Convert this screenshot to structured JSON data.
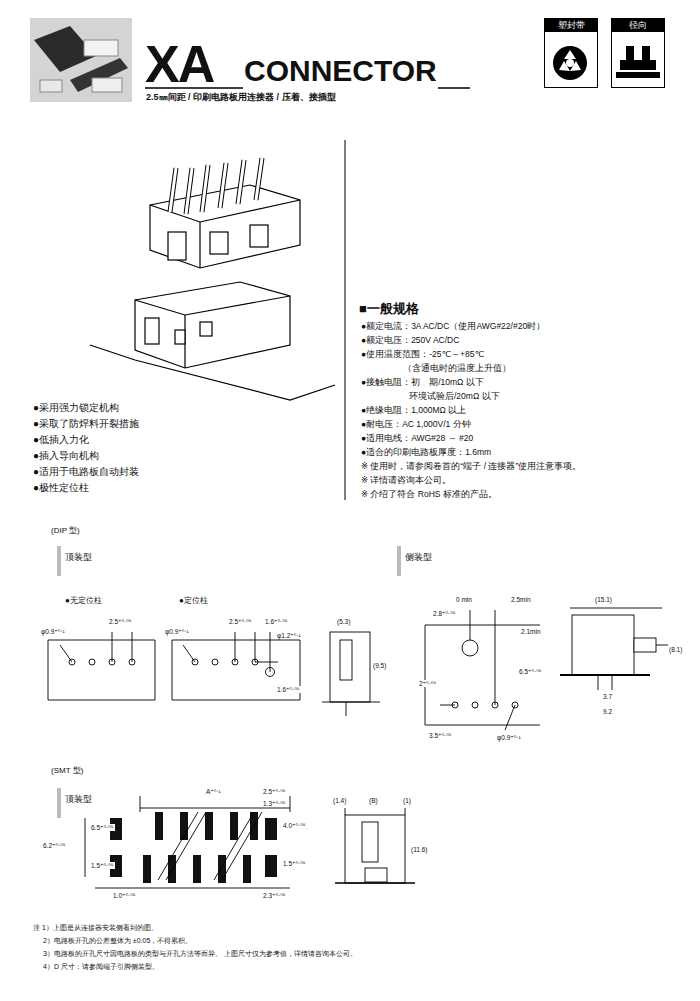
{
  "diagram": {
    "title": "XA",
    "nodes": [
      {
        "text": [
          "塑封带"
        ]
      },
      {
        "text": [
          "径向"
        ]
      }
    ],
    "labels": [
      "CONNECTOR",
      "2.5㎜间距 / 印刷电路板用连接器 / 压着、接插型",
      "●采用强力锁定机构",
      "●采取了防焊料开裂措施",
      "●低插入力化",
      "●插入导向机构",
      "●适用于电路板自动封装",
      "●极性定位柱",
      "■一般规格",
      "●额定电流：3A AC/DC（使用AWG#22/#20时）",
      "●额定电压：250V AC/DC",
      "●使用温度范围：-25℃～+85℃",
      "（含通电时的温度上升值）",
      "●接触电阻：初　期/10mΩ 以下",
      "环境试验后/20mΩ 以下",
      "●绝缘电阻：1,000MΩ 以上",
      "●耐电压：AC 1,000V/1 分钟",
      "●适用电线：AWG#28 ～ #20",
      "●适合的印刷电路板厚度：1.6mm",
      "※ 使用时，请参阅卷首的“端子 / 连接器”使用注意事项。",
      "※ 详情请咨询本公司。",
      "※ 介绍了符合 RoHS 标准的产品。",
      "(DIP 型)",
      "顶装型",
      "侧装型",
      "●无定位柱",
      "●定位柱",
      "2.5⁺⁰·⁰⁵",
      "φ0.9⁺⁰·¹",
      "φ0.9⁺⁰·¹",
      "2.5⁺⁰·⁰⁵",
      "1.6⁺⁰·⁰⁵",
      "φ1.2⁺⁰·¹",
      "1.6⁺⁰·⁰⁵",
      "(5.3)",
      "(9.5)",
      "0 min",
      "2.5min",
      "2.8⁺⁰·⁰⁵",
      "2.1min",
      "6.5⁺⁰·⁰⁵",
      "2⁺⁰·⁰⁵",
      "3.5⁺⁰·⁰⁵",
      "φ0.9⁺⁰·¹",
      "(15.1)",
      "(8.1)",
      "3.7",
      "9.2",
      "(SMT 型)",
      "顶装型",
      "A⁺⁰·¹",
      "2.5⁺⁰·⁰⁵",
      "1.3⁺⁰·⁰⁵",
      "6.5⁺⁰·⁰⁵",
      "4.0⁺⁰·⁰⁵",
      "1.5⁺⁰·⁰⁵",
      "1.5⁺⁰·⁰⁵",
      "6.2⁺⁰·⁰⁵",
      "1.0⁺⁰·⁰⁵",
      "2.3⁺⁰·⁰⁵",
      "(1.4)",
      "(B)",
      "(1)",
      "(11.6)",
      "注 1）上图是从连接器安装侧看到的图。",
      "2）电路板开孔的公差整体为 ±0.05，不得累积。",
      "3）电路板的开孔尺寸因电路板的类型与开孔方法等而异。 上图尺寸仅为参考值，详情请咨询本公司。",
      "4）D 尺寸：请参阅端子引脚侧装型。"
    ]
  }
}
